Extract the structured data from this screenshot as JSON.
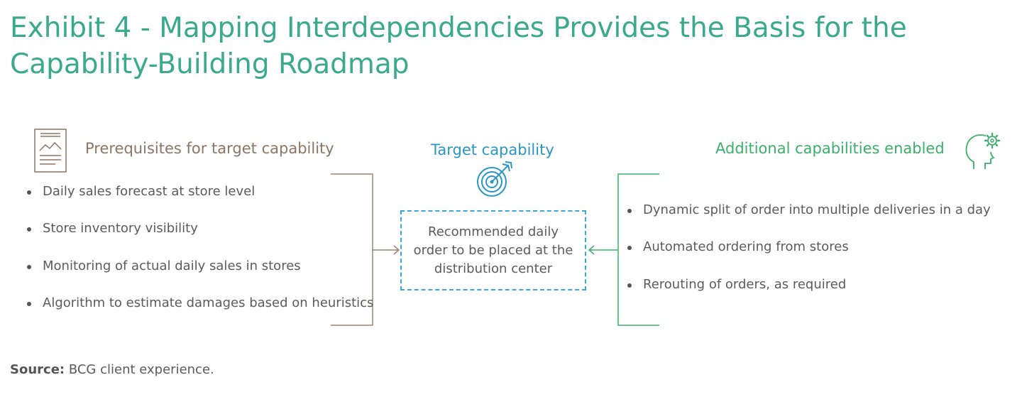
{
  "title": {
    "line1": "Exhibit 4 - Mapping Interdependencies Provides the Basis for the",
    "line2": "Capability-Building Roadmap"
  },
  "prerequisites": {
    "heading": "Prerequisites for target capability",
    "icon": "document-chart-icon",
    "items": [
      "Daily sales forecast at store level",
      "Store inventory visibility",
      "Monitoring of actual daily sales in stores",
      "Algorithm to estimate damages based on heuristics"
    ],
    "color": "#8c7664"
  },
  "target": {
    "heading": "Target capability",
    "icon": "target-arrow-icon",
    "box_text": "Recommended daily order to be placed at the distribution center",
    "color": "#2a96c8"
  },
  "additional": {
    "heading": "Additional capabilities enabled",
    "icon": "head-gear-icon",
    "items": [
      "Dynamic split of order into multiple deliveries in a day",
      "Automated ordering from stores",
      "Rerouting of orders, as required"
    ],
    "color": "#3bb06a"
  },
  "source": {
    "label": "Source:",
    "text": " BCG client experience."
  }
}
